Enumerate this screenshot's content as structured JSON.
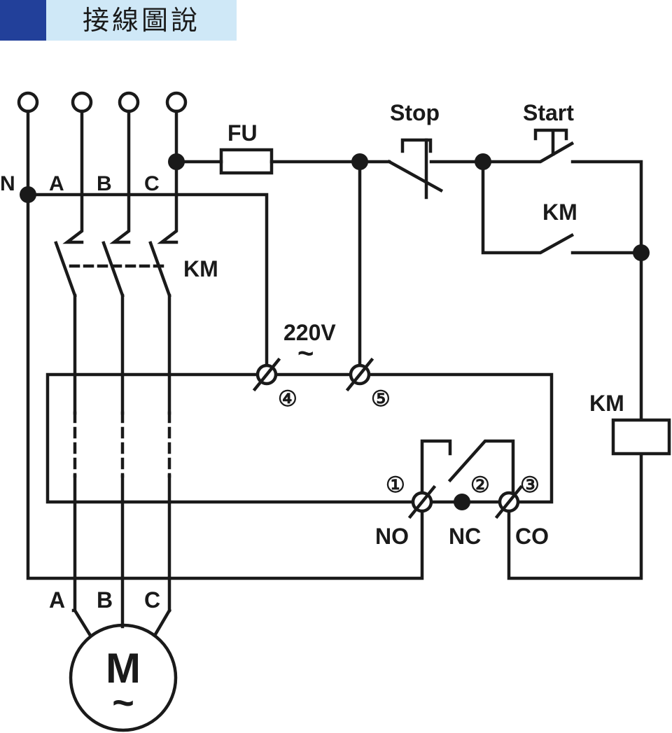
{
  "header": {
    "title": "接線圖說",
    "accent_color": "#22409a",
    "band_color": "#cfe8f7"
  },
  "labels": {
    "n": "N",
    "a": "A",
    "b": "B",
    "c": "C",
    "fu": "FU",
    "stop": "Stop",
    "start": "Start",
    "km_aux": "KM",
    "km_main": "KM",
    "km_coil": "KM",
    "voltage": "220V",
    "ac": "~",
    "t4": "④",
    "t5": "⑤",
    "t1": "①",
    "t2": "②",
    "t3": "③",
    "no": "NO",
    "nc": "NC",
    "co": "CO",
    "ma": "A",
    "mb": "B",
    "mc": "C",
    "motor": "M",
    "motor_ac": "~"
  }
}
